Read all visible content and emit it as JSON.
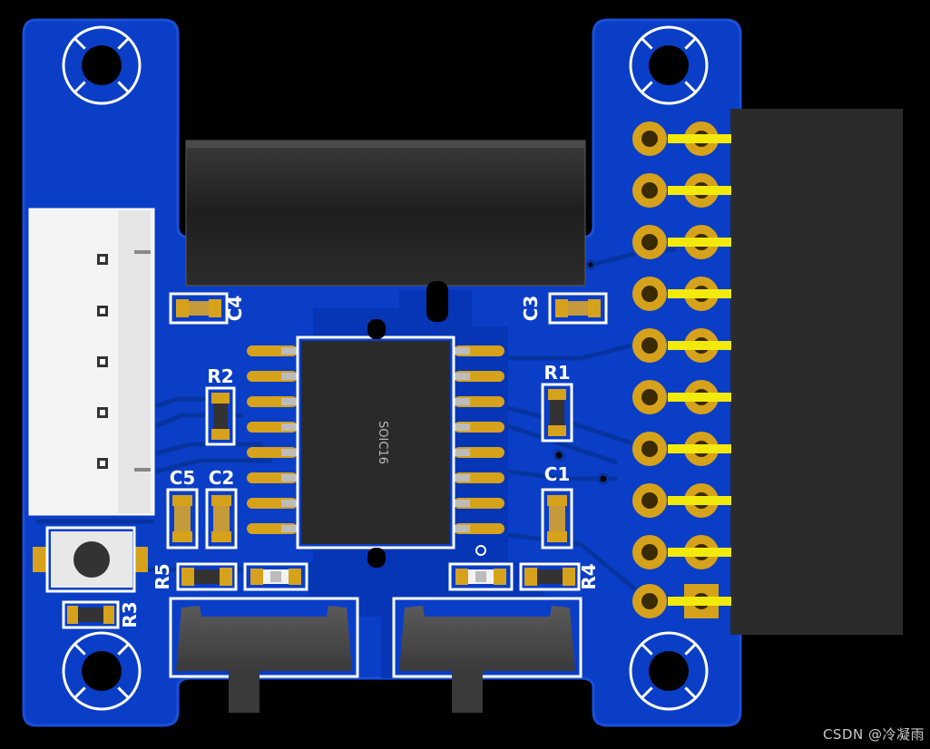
{
  "colors": {
    "board": "#0a3ec7",
    "board_edge": "#103fb8",
    "trace": "#06349f",
    "copper_fill": "#0a3ad0",
    "pad_gold": "#d6a21b",
    "header_pin": "#f2ea0c",
    "component_dark": "#2b2b2b",
    "silkscreen": "#ffffff"
  },
  "labels": {
    "c4": "C4",
    "c3": "C3",
    "r2": "R2",
    "r1": "R1",
    "c5": "C5",
    "c2": "C2",
    "c1": "C1",
    "r5": "R5",
    "r4": "R4",
    "r3": "R3",
    "ic": "SOIC16"
  },
  "watermark": "CSDN @冷凝雨"
}
